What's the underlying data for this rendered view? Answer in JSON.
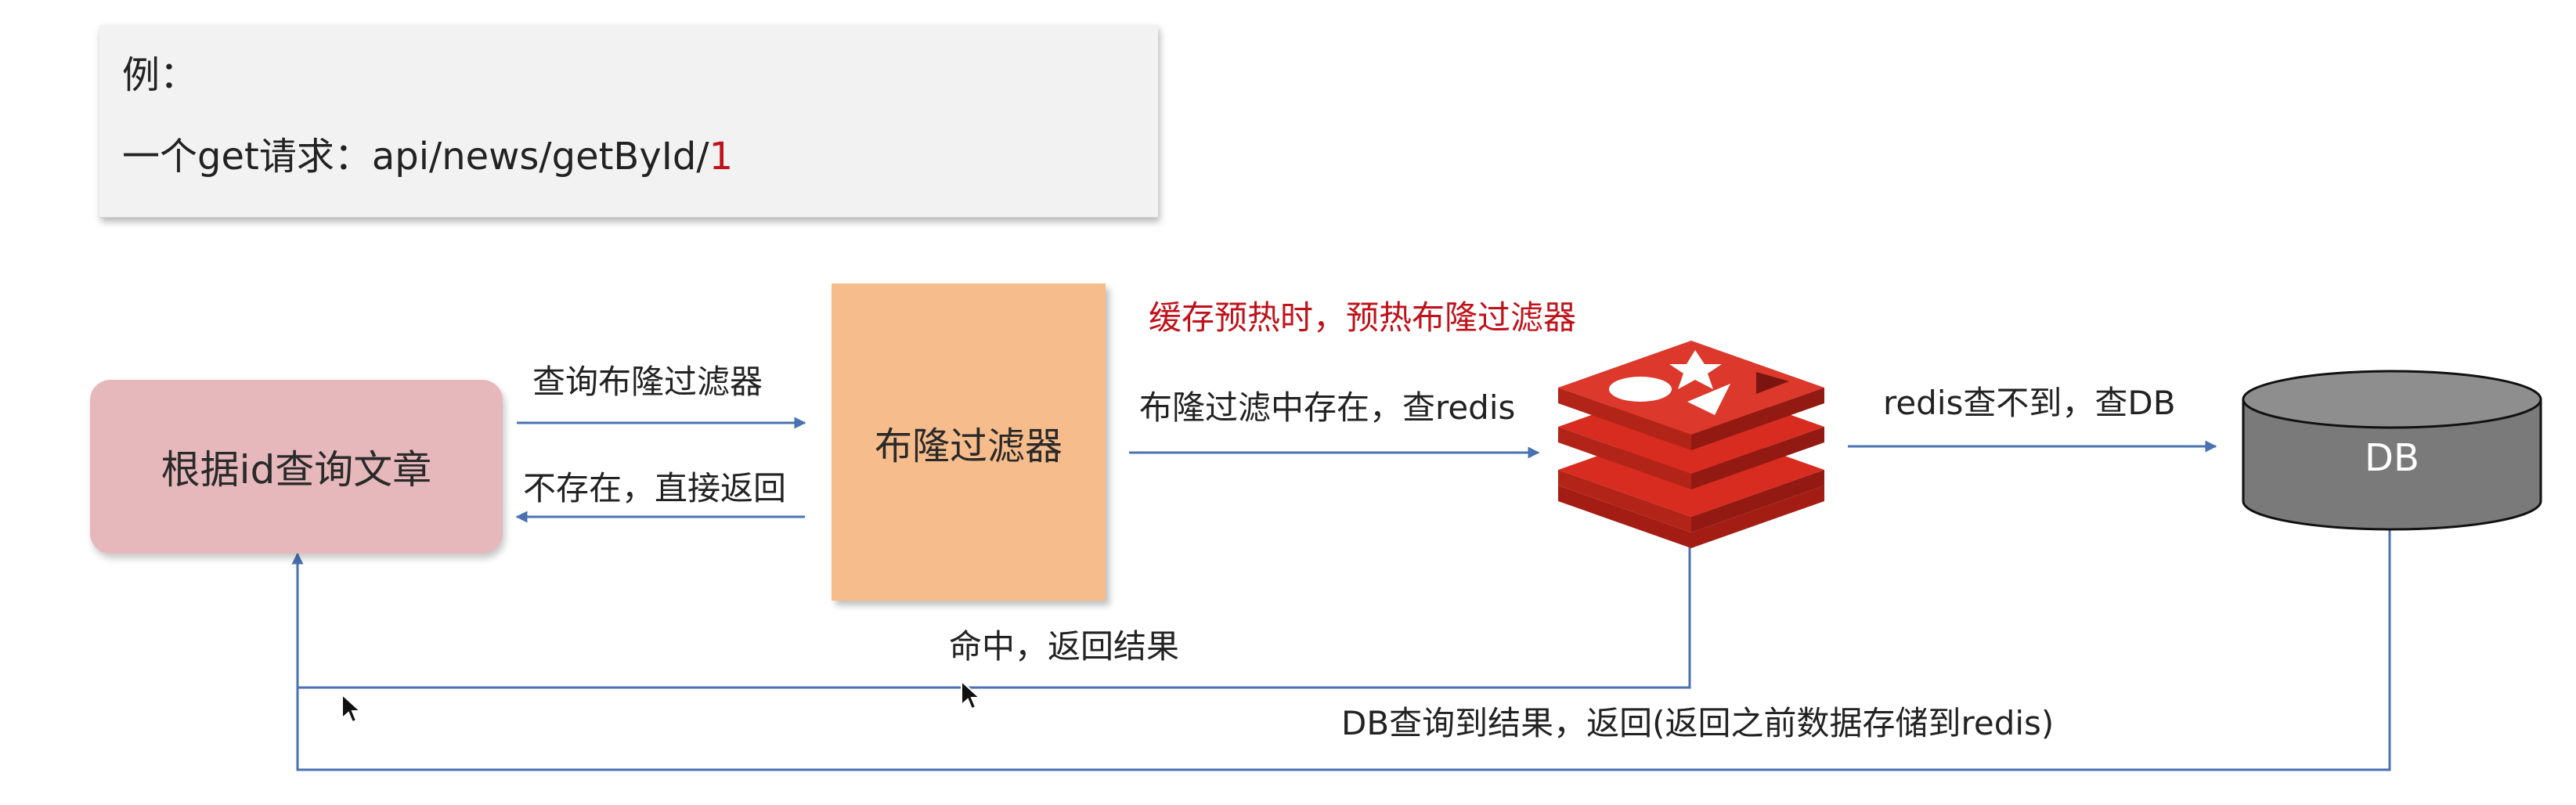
{
  "example": {
    "label": "例：",
    "request_prefix": "一个get请求：api/news/getById/",
    "request_id": "1"
  },
  "nodes": {
    "query_article": "根据id查询文章",
    "bloom_filter": "布隆过滤器",
    "db": "DB"
  },
  "edge_labels": {
    "query_bloom": "查询布隆过滤器",
    "not_exist_return": "不存在，直接返回",
    "preheat_note": "缓存预热时，预热布隆过滤器",
    "exists_query_redis": "布隆过滤中存在，查redis",
    "redis_miss_query_db": "redis查不到，查DB",
    "hit_return": "命中，返回结果",
    "db_found_return": "DB查询到结果，返回(返回之前数据存储到redis)"
  },
  "icons": {
    "redis": "redis-logo-icon",
    "database": "database-cylinder-icon",
    "cursor": "mouse-pointer-icon"
  },
  "colors": {
    "arrow": "#4a72b0",
    "query_box": "#e6b8bc",
    "bloom_box": "#f7bc8b",
    "redis_red": "#d82c20",
    "db_gray": "#7a7a7a",
    "highlight_red": "#c0121a"
  }
}
